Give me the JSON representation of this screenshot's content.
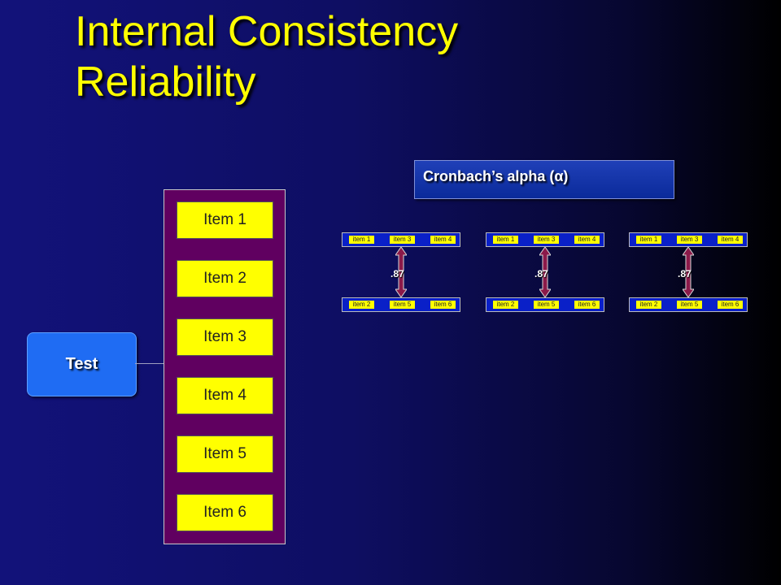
{
  "title": {
    "line1": "Internal Consistency",
    "line2": "Reliability"
  },
  "test_label": "Test",
  "items": [
    "Item 1",
    "Item 2",
    "Item 3",
    "Item 4",
    "Item 5",
    "Item 6"
  ],
  "alpha_label": "Cronbach’s alpha (α)",
  "splits": [
    {
      "top": [
        "item 1",
        "item 3",
        "item 4"
      ],
      "bottom": [
        "item 2",
        "item 5",
        "item 6"
      ],
      "value": ".87"
    },
    {
      "top": [
        "item 1",
        "item 3",
        "item 4"
      ],
      "bottom": [
        "item 2",
        "item 5",
        "item 6"
      ],
      "value": ".87"
    },
    {
      "top": [
        "item 1",
        "item 3",
        "item 4"
      ],
      "bottom": [
        "item 2",
        "item 5",
        "item 6"
      ],
      "value": ".87"
    }
  ],
  "colors": {
    "title": "#ffff00",
    "item_fill": "#ffff00",
    "panel": "#600060",
    "test_box": "#1f6cf3",
    "arrow": "#8b1a4a"
  }
}
